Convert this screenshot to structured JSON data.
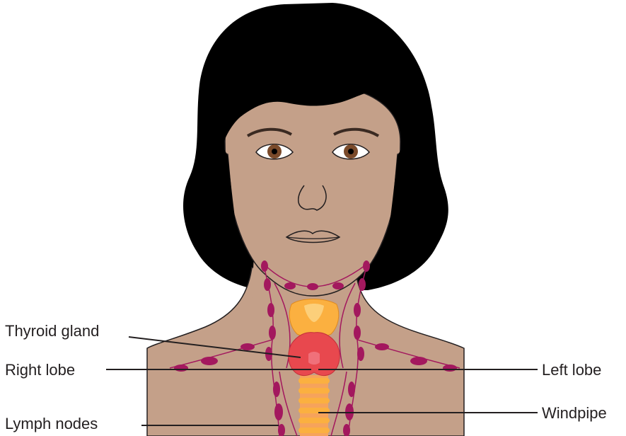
{
  "labels": {
    "thyroid_gland": "Thyroid gland",
    "right_lobe": "Right lobe",
    "left_lobe": "Left lobe",
    "windpipe": "Windpipe",
    "lymph_nodes": "Lymph nodes"
  },
  "colors": {
    "skin": "#c4a089",
    "hair": "#000000",
    "thyroid": "#e8484e",
    "larynx": "#fbb040",
    "windpipe": "#f6a35b",
    "lymph": "#a3185e",
    "iris": "#7a4a2a",
    "leader_line": "#231f20"
  }
}
